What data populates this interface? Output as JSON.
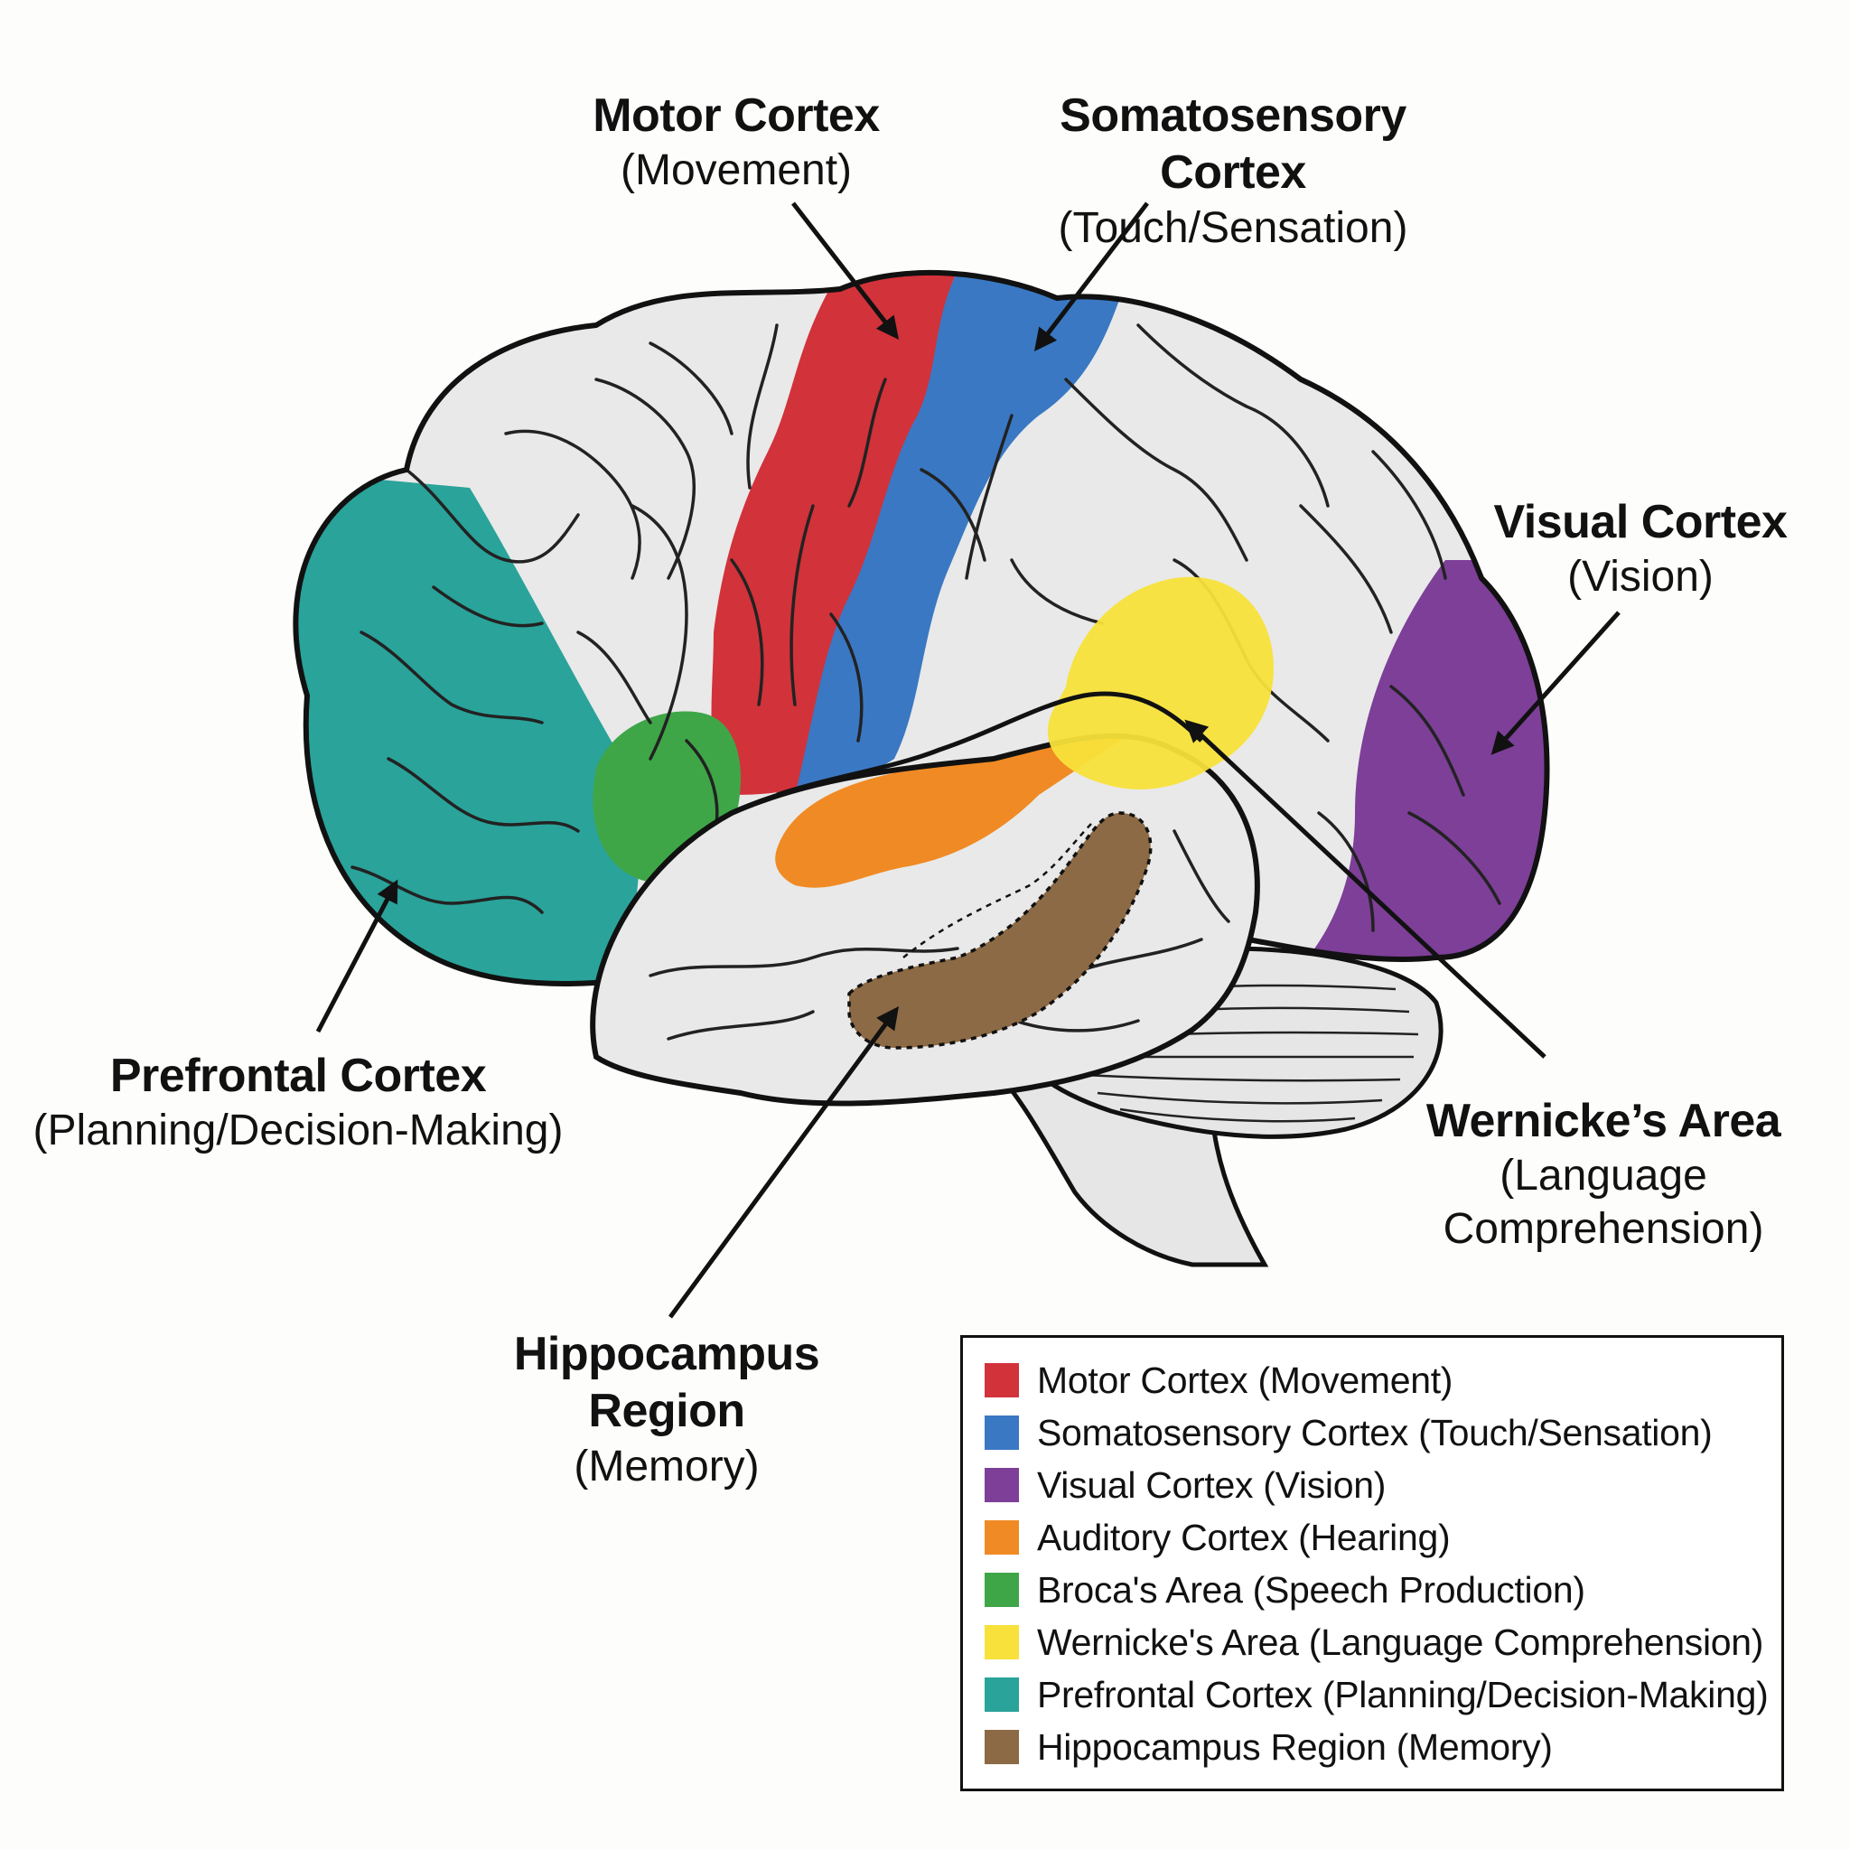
{
  "regions": {
    "motor": {
      "title": "Motor Cortex",
      "function": "(Movement)",
      "color": "#d2323a"
    },
    "somatosensory": {
      "title": "Somatosensory Cortex",
      "function": "(Touch/Sensation)",
      "color": "#3a78c3"
    },
    "visual": {
      "title": "Visual Cortex",
      "function": "(Vision)",
      "color": "#7d3f98"
    },
    "auditory": {
      "color": "#f08a24"
    },
    "broca": {
      "color": "#3fa648"
    },
    "wernicke": {
      "title": "Wernicke’s Area",
      "function_line1": "(Language",
      "function_line2": "Comprehension)",
      "color": "#f8e13a"
    },
    "prefrontal": {
      "title": "Prefrontal Cortex",
      "function": "(Planning/Decision-Making)",
      "color": "#2aa39a"
    },
    "hippocampus": {
      "title": "Hippocampus Region",
      "function": "(Memory)",
      "color": "#8c6a45"
    }
  },
  "legend": {
    "items": [
      {
        "label": "Motor Cortex (Movement)",
        "color": "#d2323a"
      },
      {
        "label": "Somatosensory Cortex (Touch/Sensation)",
        "color": "#3a78c3"
      },
      {
        "label": "Visual Cortex (Vision)",
        "color": "#7d3f98"
      },
      {
        "label": "Auditory Cortex (Hearing)",
        "color": "#f08a24"
      },
      {
        "label": "Broca's Area (Speech Production)",
        "color": "#3fa648"
      },
      {
        "label": "Wernicke's Area (Language Comprehension)",
        "color": "#f8e13a"
      },
      {
        "label": "Prefrontal Cortex (Planning/Decision-Making)",
        "color": "#2aa39a"
      },
      {
        "label": "Hippocampus Region (Memory)",
        "color": "#8c6a45"
      }
    ]
  }
}
